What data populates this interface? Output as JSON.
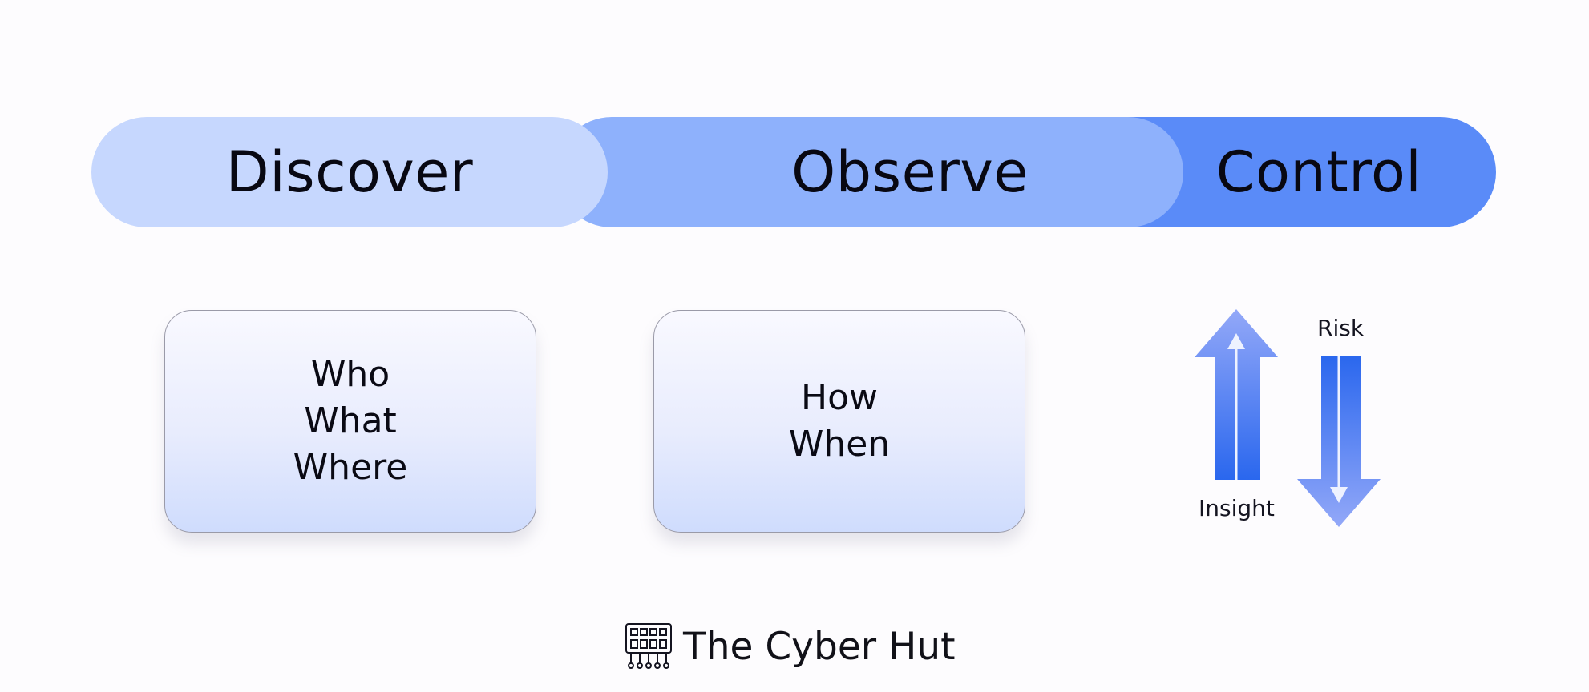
{
  "stages": [
    {
      "label": "Discover",
      "color": "#c6d7fe"
    },
    {
      "label": "Observe",
      "color": "#8eb1fc"
    },
    {
      "label": "Control",
      "color": "#5a8bf8"
    }
  ],
  "discover_box": {
    "lines": [
      "Who",
      "What",
      "Where"
    ]
  },
  "observe_box": {
    "lines": [
      "How",
      "When"
    ]
  },
  "control_indicator": {
    "up_arrow_label": "Insight",
    "down_arrow_label": "Risk",
    "arrow_colors": {
      "light": "#93a8f8",
      "dark": "#2a67ee"
    }
  },
  "footer": {
    "brand_name": "The Cyber Hut",
    "logo_icon": "circuit-board-icon"
  }
}
